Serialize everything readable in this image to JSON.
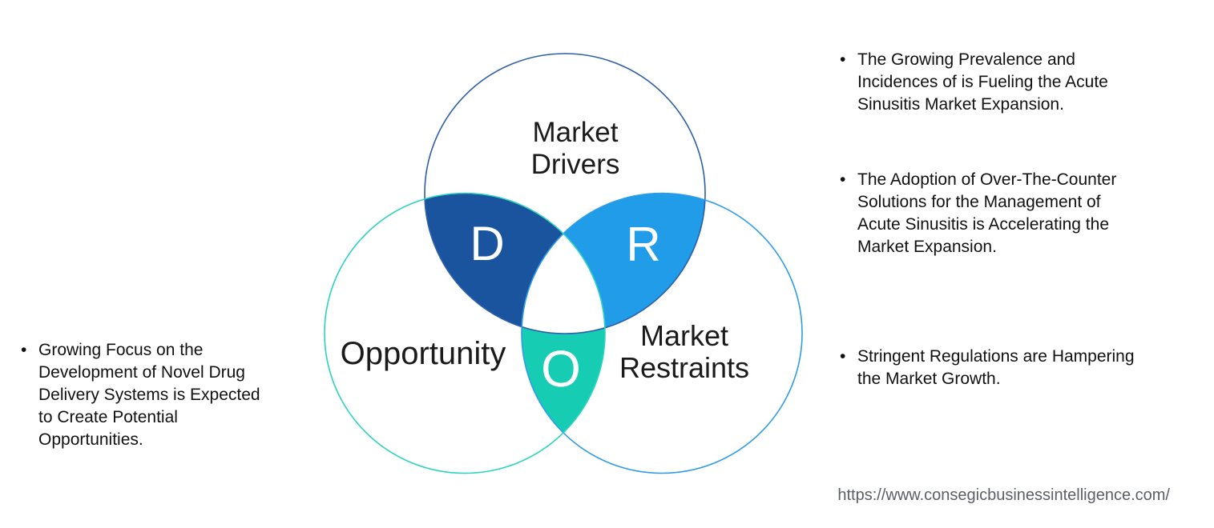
{
  "diagram": {
    "circles": [
      {
        "name": "Market Drivers",
        "label": "Market\nDrivers",
        "letter": "D",
        "fill": "#1A549E",
        "stroke": "#2E5FA8"
      },
      {
        "name": "Market Restraints",
        "label": "Market\nRestraints",
        "letter": "R",
        "fill": "#219CE8",
        "stroke": "#2F9CEA"
      },
      {
        "name": "Opportunity",
        "label": "Opportunity",
        "letter": "O",
        "fill": "#16CDB4",
        "stroke": "#2BD3BF"
      }
    ],
    "letter_color": "#FFFFFF",
    "center_color": "#FFFFFF"
  },
  "left_panel": {
    "bullets": [
      {
        "marker": "•",
        "text": "Growing Focus on the\nDevelopment of Novel Drug\nDelivery Systems is Expected\nto Create Potential\nOpportunities."
      }
    ]
  },
  "right_panel": {
    "bullets": [
      {
        "marker": "•",
        "text": "The Growing Prevalence and\nIncidences of is Fueling the Acute\nSinusitis Market Expansion."
      },
      {
        "marker": "•",
        "text": "The Adoption of Over-The-Counter\nSolutions for the Management of\nAcute Sinusitis is Accelerating the\nMarket Expansion."
      },
      {
        "marker": "•",
        "text": "Stringent Regulations are Hampering\nthe Market Growth."
      }
    ]
  },
  "footer": {
    "source_url": "https://www.consegicbusinessintelligence.com/"
  }
}
